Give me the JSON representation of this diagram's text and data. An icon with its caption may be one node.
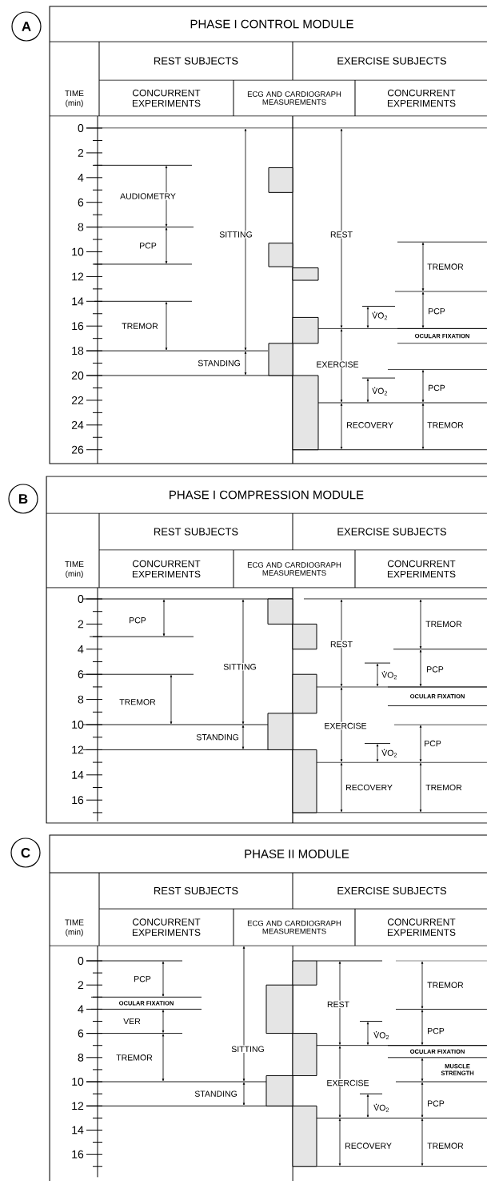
{
  "diagram": {
    "nodes": [
      {
        "text": [
          "A"
        ]
      },
      {
        "text": [
          "B"
        ]
      },
      {
        "text": [
          "C"
        ]
      }
    ],
    "edges": [],
    "labels": [
      "PHASE I CONTROL MODULE",
      "REST SUBJECTS",
      "EXERCISE SUBJECTS",
      "TIME (min)",
      "CONCURRENT EXPERIMENTS",
      "ECG AND CARDIOGRAPH MEASUREMENTS",
      "CONCURRENT EXPERIMENTS",
      "0",
      "2",
      "4",
      "6",
      "8",
      "10",
      "12",
      "14",
      "16",
      "18",
      "20",
      "22",
      "24",
      "26",
      "AUDIOMETRY",
      "SITTING",
      "REST",
      "PCP",
      "TREMOR",
      "PCP",
      "VO$_{2}$",
      "TREMOR",
      "OCULAR FIXATION",
      "STANDING",
      "EXERCISE",
      "PCP",
      "VO$_{2}$",
      "RECOVERY",
      "TREMOR",
      "PHASE I COMPRESSION MODULE",
      "REST SUBJECTS",
      "EXERCISE SUBJECTS",
      "TIME (min)",
      "CONCURRENT EXPERIMENTS",
      "ECG AND CARDIOGRAPH MEASUREMENTS",
      "CONCURRENT EXPERIMENTS",
      "0",
      "2",
      "4",
      "6",
      "8",
      "10",
      "12",
      "14",
      "16",
      "PCP",
      "TREMOR",
      "REST",
      "SITTING",
      "PCP",
      "VO$_{2}$",
      "OCULAR FIXATION",
      "TREMOR",
      "EXERCISE",
      "STANDING",
      "PCP",
      "VO$_{2}$",
      "RECOVERY",
      "TREMOR",
      "PHASE II MODULE",
      "REST SUBJECTS",
      "EXERCISE SUBJECTS",
      "TIME (min)",
      "CONCURRENT EXPERIMENTS",
      "ECG AND CARDIOGRAPH MEASUREMENTS",
      "CONCURRENT EXPERIMENTS",
      "0",
      "2",
      "4",
      "6",
      "8",
      "10",
      "12",
      "14",
      "16",
      "PCP",
      "TREMOR",
      "OCULAR FIXATION",
      "REST",
      "VER",
      "PCP",
      "VO$_{2}$",
      "OCULAR FIXATION",
      "SITTING",
      "TREMOR",
      "MUSCLE STRENGTH",
      "EXERCISE",
      "STANDING",
      "PCP",
      "VO$_{2}$",
      "RECOVERY",
      "TREMOR"
    ]
  }
}
